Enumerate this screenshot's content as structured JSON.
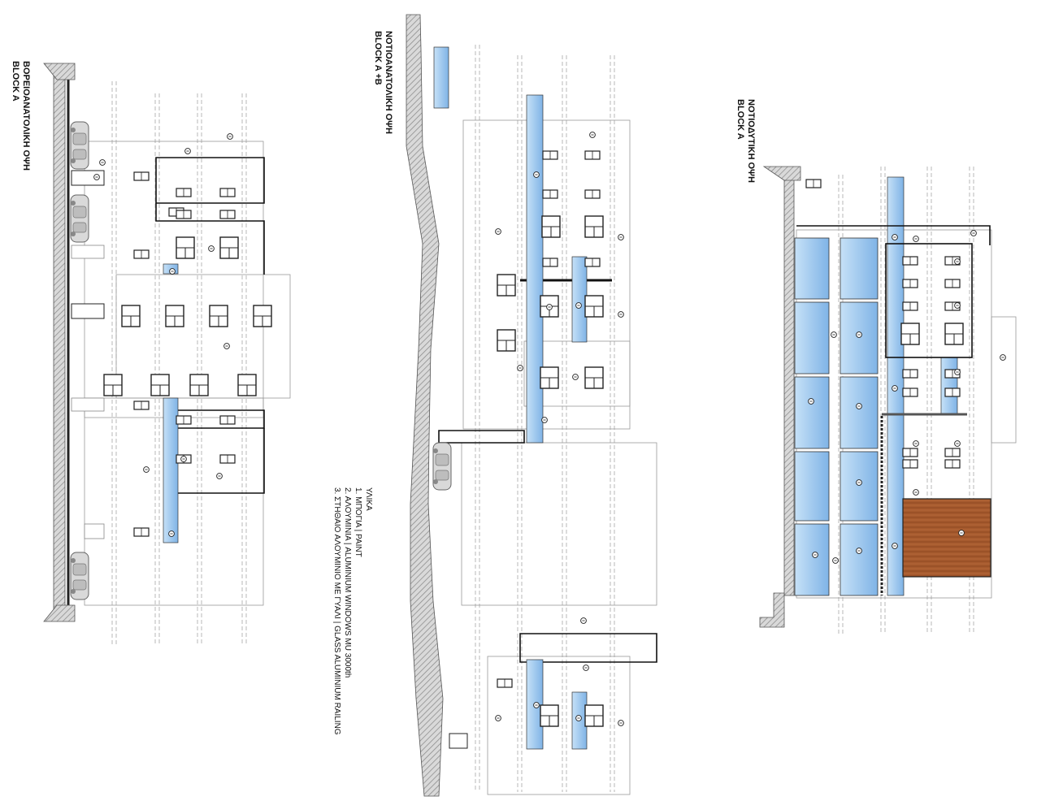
{
  "sheet": {
    "elevation_1": {
      "title_line1": "ΒΟΡΕΙΟΑΝΑΤΟΛΙΚΗ ΟΨΗ",
      "title_line2": "BLOCK A"
    },
    "elevation_2": {
      "title_line1": "ΝΟΤΙΟΑΝΑΤΟΛΙΚΗ ΟΨΗ",
      "title_line2": "BLOCK A +B"
    },
    "elevation_3": {
      "title_line1": "ΝΟΤΙΟΔΥΤΙΚΗ ΟΨΗ",
      "title_line2": "BLOCK A"
    },
    "legend": {
      "heading": "ΥΛΙΚΑ",
      "items": [
        "1.    ΜΠΟΓΙΑ | PAINT",
        "2.    ΑΛΟΥΜΙΝΙΑ | ALUMINIUM WINDOWS  MU 3000th",
        "3.    ΣΤΗΘΑΙΟ ΑΛΟΥΜΙΝΙΟ ΜΕ ΓΥΑΛΙ | GLASS ALUMINIUM RAILING"
      ]
    },
    "colors": {
      "glass": "#a9d0f2",
      "glass_dark": "#6ea8de",
      "wood": "#a0522d",
      "terrain": "#9a9a9a",
      "line": "#222222"
    }
  }
}
